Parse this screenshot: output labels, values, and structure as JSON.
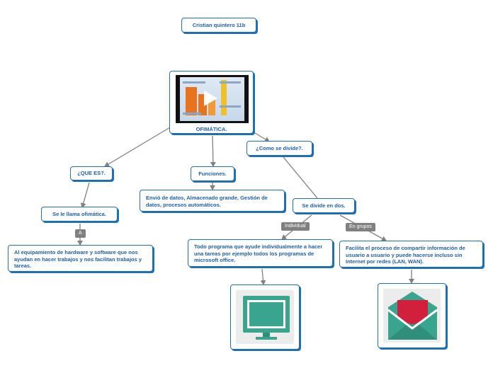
{
  "nodes": {
    "title": "Cristian quintero 11b",
    "center": "OFIMÁTICA.",
    "que_es": "¿QUE ES?.",
    "funciones": "Funciones.",
    "como_se_divide": "¿Como se divide?.",
    "se_le_llama": "Se le llama ofimática.",
    "definicion": "Al equipamiento de hardware y software que nos ayudan en hacer trabajos y nos facilitan trabajos y tareas.",
    "funciones_detalle": "Envió de datos, Almacenado grande, Gestión de datos, procesos automáticos.",
    "se_divide_en_dos": "Se divide en dos.",
    "individual_desc": "Todo programa que ayude individualmente a hacer una tareas por ejemplo todos los programas de microsoft office.",
    "grupos_desc": "Facilita el proceso de compartir información de usuario a usuario y puede hacerse incluso sin Internet por redes (LAN, WAN)."
  },
  "edge_labels": {
    "a": "A",
    "individual": "Individual",
    "en_grupos": "En grupos"
  },
  "icons": {
    "center_media": "video-thumbnail",
    "individual_image": "computer-monitor-icon",
    "groups_image": "envelope-mail-icon"
  },
  "colors": {
    "node_border": "#1f6fb5",
    "node_text": "#1f5fa8",
    "edge": "#808080",
    "monitor": "#3aa58f",
    "envelope_red": "#d21f3c"
  }
}
